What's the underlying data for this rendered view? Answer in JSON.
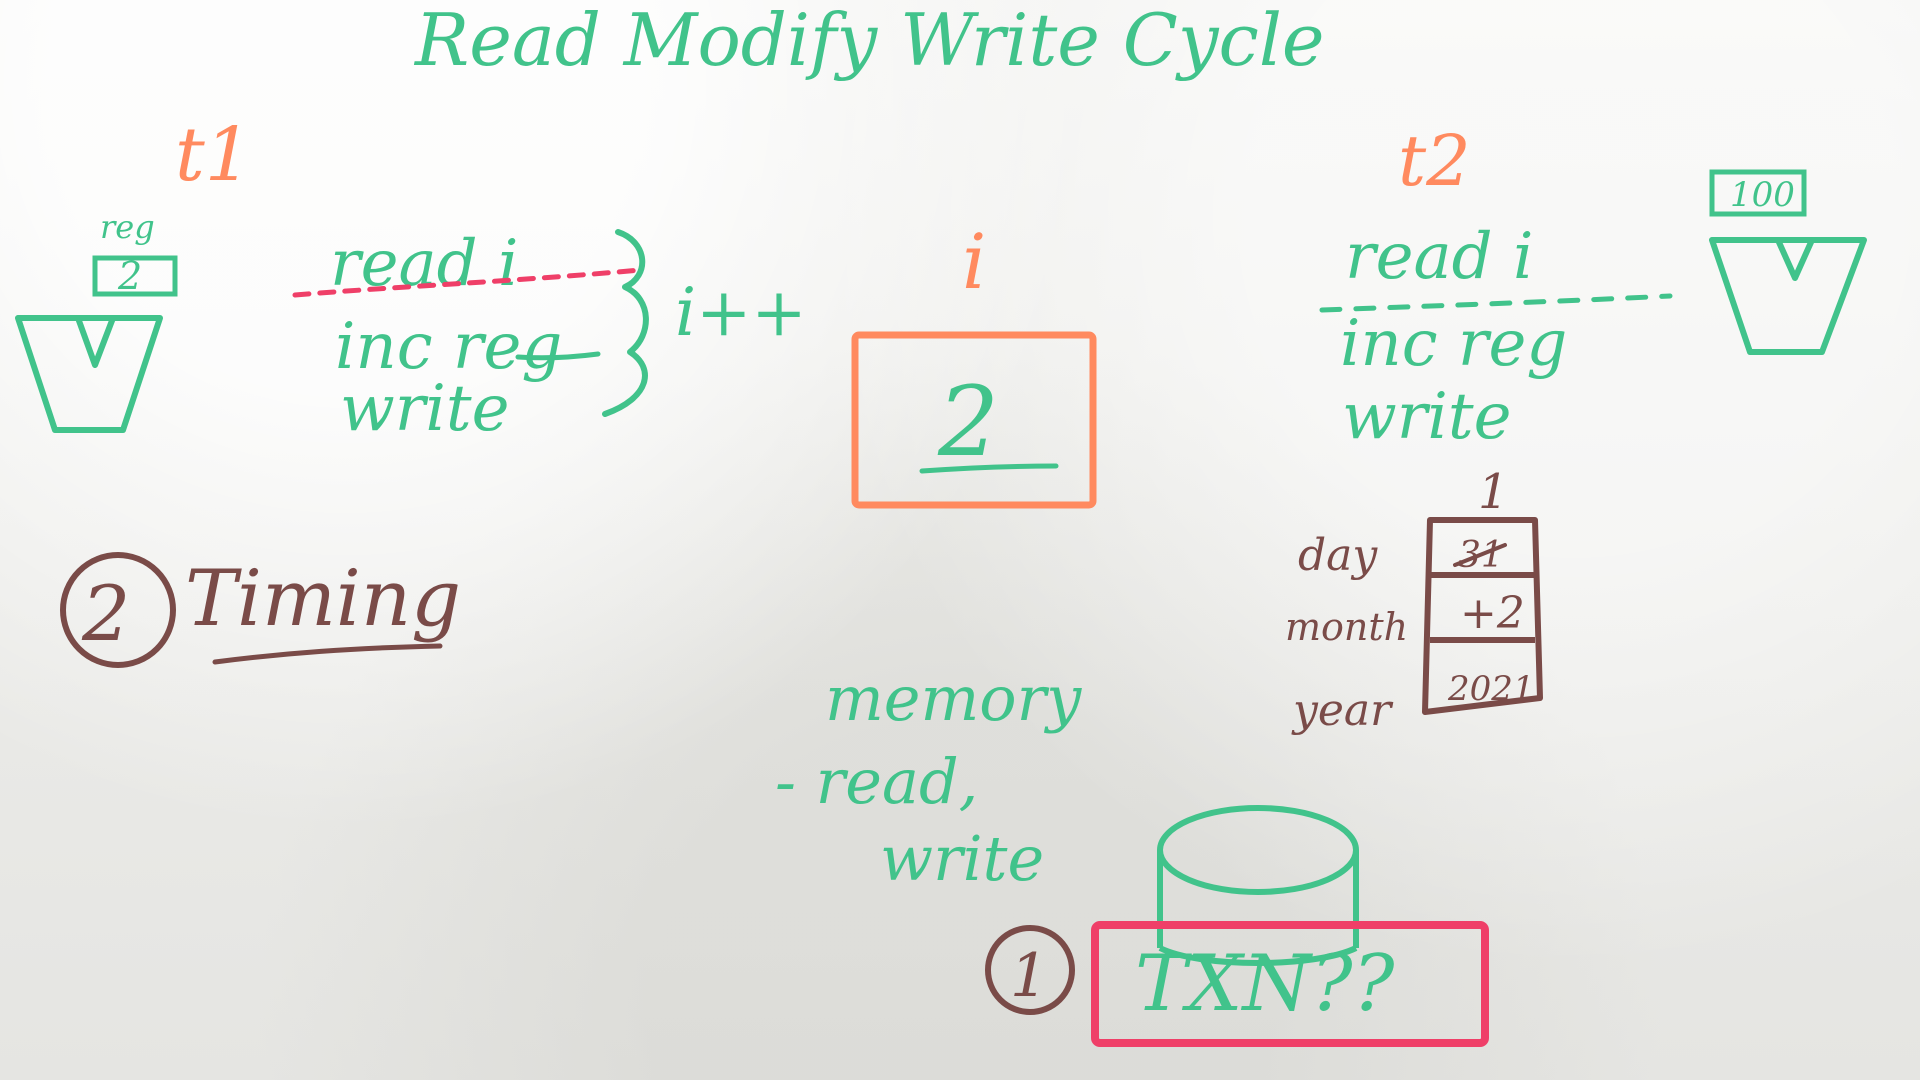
{
  "board": {
    "title": "Read Modify Write Cycle",
    "colors": {
      "board": "#ecece9",
      "green_marker": "#41c38b",
      "orange_marker": "#ff8a5f",
      "brown_marker": "#7a4b48",
      "red_marker": "#ef3f68"
    },
    "thread1": {
      "label": "t1",
      "register_label": "reg",
      "register_value": "2",
      "steps": [
        "read i",
        "inc reg",
        "write"
      ],
      "group_label": "i++"
    },
    "shared_variable": {
      "name": "i",
      "value": "2"
    },
    "thread2": {
      "label": "t2",
      "steps": [
        "read i",
        "inc reg",
        "write"
      ],
      "register_value": "100"
    },
    "timing": {
      "number": "2",
      "label": "Timing"
    },
    "date_example": {
      "top_number": "1",
      "labels": [
        "day",
        "month",
        "year"
      ],
      "values": [
        "31",
        "+2",
        "2021"
      ]
    },
    "memory": {
      "label": "memory",
      "ops": [
        "- read,",
        "write"
      ]
    },
    "transaction": {
      "number": "1",
      "label": "TXN??"
    }
  }
}
